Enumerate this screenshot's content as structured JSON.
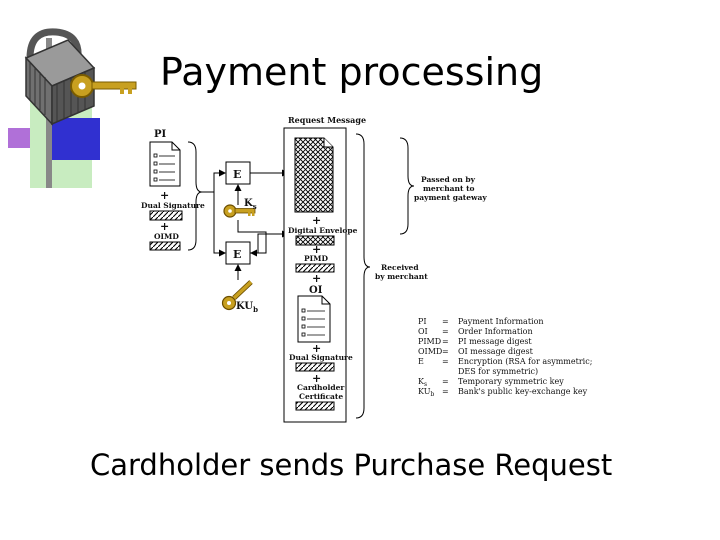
{
  "slide": {
    "title": "Payment processing",
    "caption": "Cardholder sends Purchase Request"
  },
  "diagram": {
    "left_inputs": {
      "pi": "PI",
      "dual_signature": "Dual Signature",
      "oimd": "OIMD",
      "plus": "+"
    },
    "encrypt": {
      "e1": "E",
      "e2": "E",
      "ks": "Ks",
      "kub": "KUb"
    },
    "request_message": {
      "header": "Request Message",
      "digital_envelope": "Digital Envelope",
      "pimd": "PIMD",
      "oi": "OI",
      "dual_signature": "Dual Signature",
      "cardholder": "Cardholder",
      "certificate": "Certificate"
    },
    "brace_passed": [
      "Passed on by",
      "merchant to",
      "payment gateway"
    ],
    "brace_received": [
      "Received",
      "by merchant"
    ],
    "legend": [
      {
        "term": "PI",
        "eq": "=",
        "def": "Payment Information"
      },
      {
        "term": "OI",
        "eq": "=",
        "def": "Order Information"
      },
      {
        "term": "PIMD",
        "eq": "=",
        "def": "PI message digest"
      },
      {
        "term": "OIMD",
        "eq": "=",
        "def": "OI message digest"
      },
      {
        "term": "E",
        "eq": "=",
        "def": "Encryption (RSA for asymmetric;"
      },
      {
        "term": "",
        "eq": "",
        "def": "DES for symmetric)"
      },
      {
        "term": "Ks",
        "eq": "=",
        "def": "Temporary symmetric key"
      },
      {
        "term": "KUb",
        "eq": "=",
        "def": "Bank's public key-exchange key"
      }
    ]
  },
  "colors": {
    "key_gold": "#c8a020",
    "logo_blue": "#3030d0",
    "logo_green": "#c8ecc0",
    "logo_purple": "#b070d8"
  }
}
